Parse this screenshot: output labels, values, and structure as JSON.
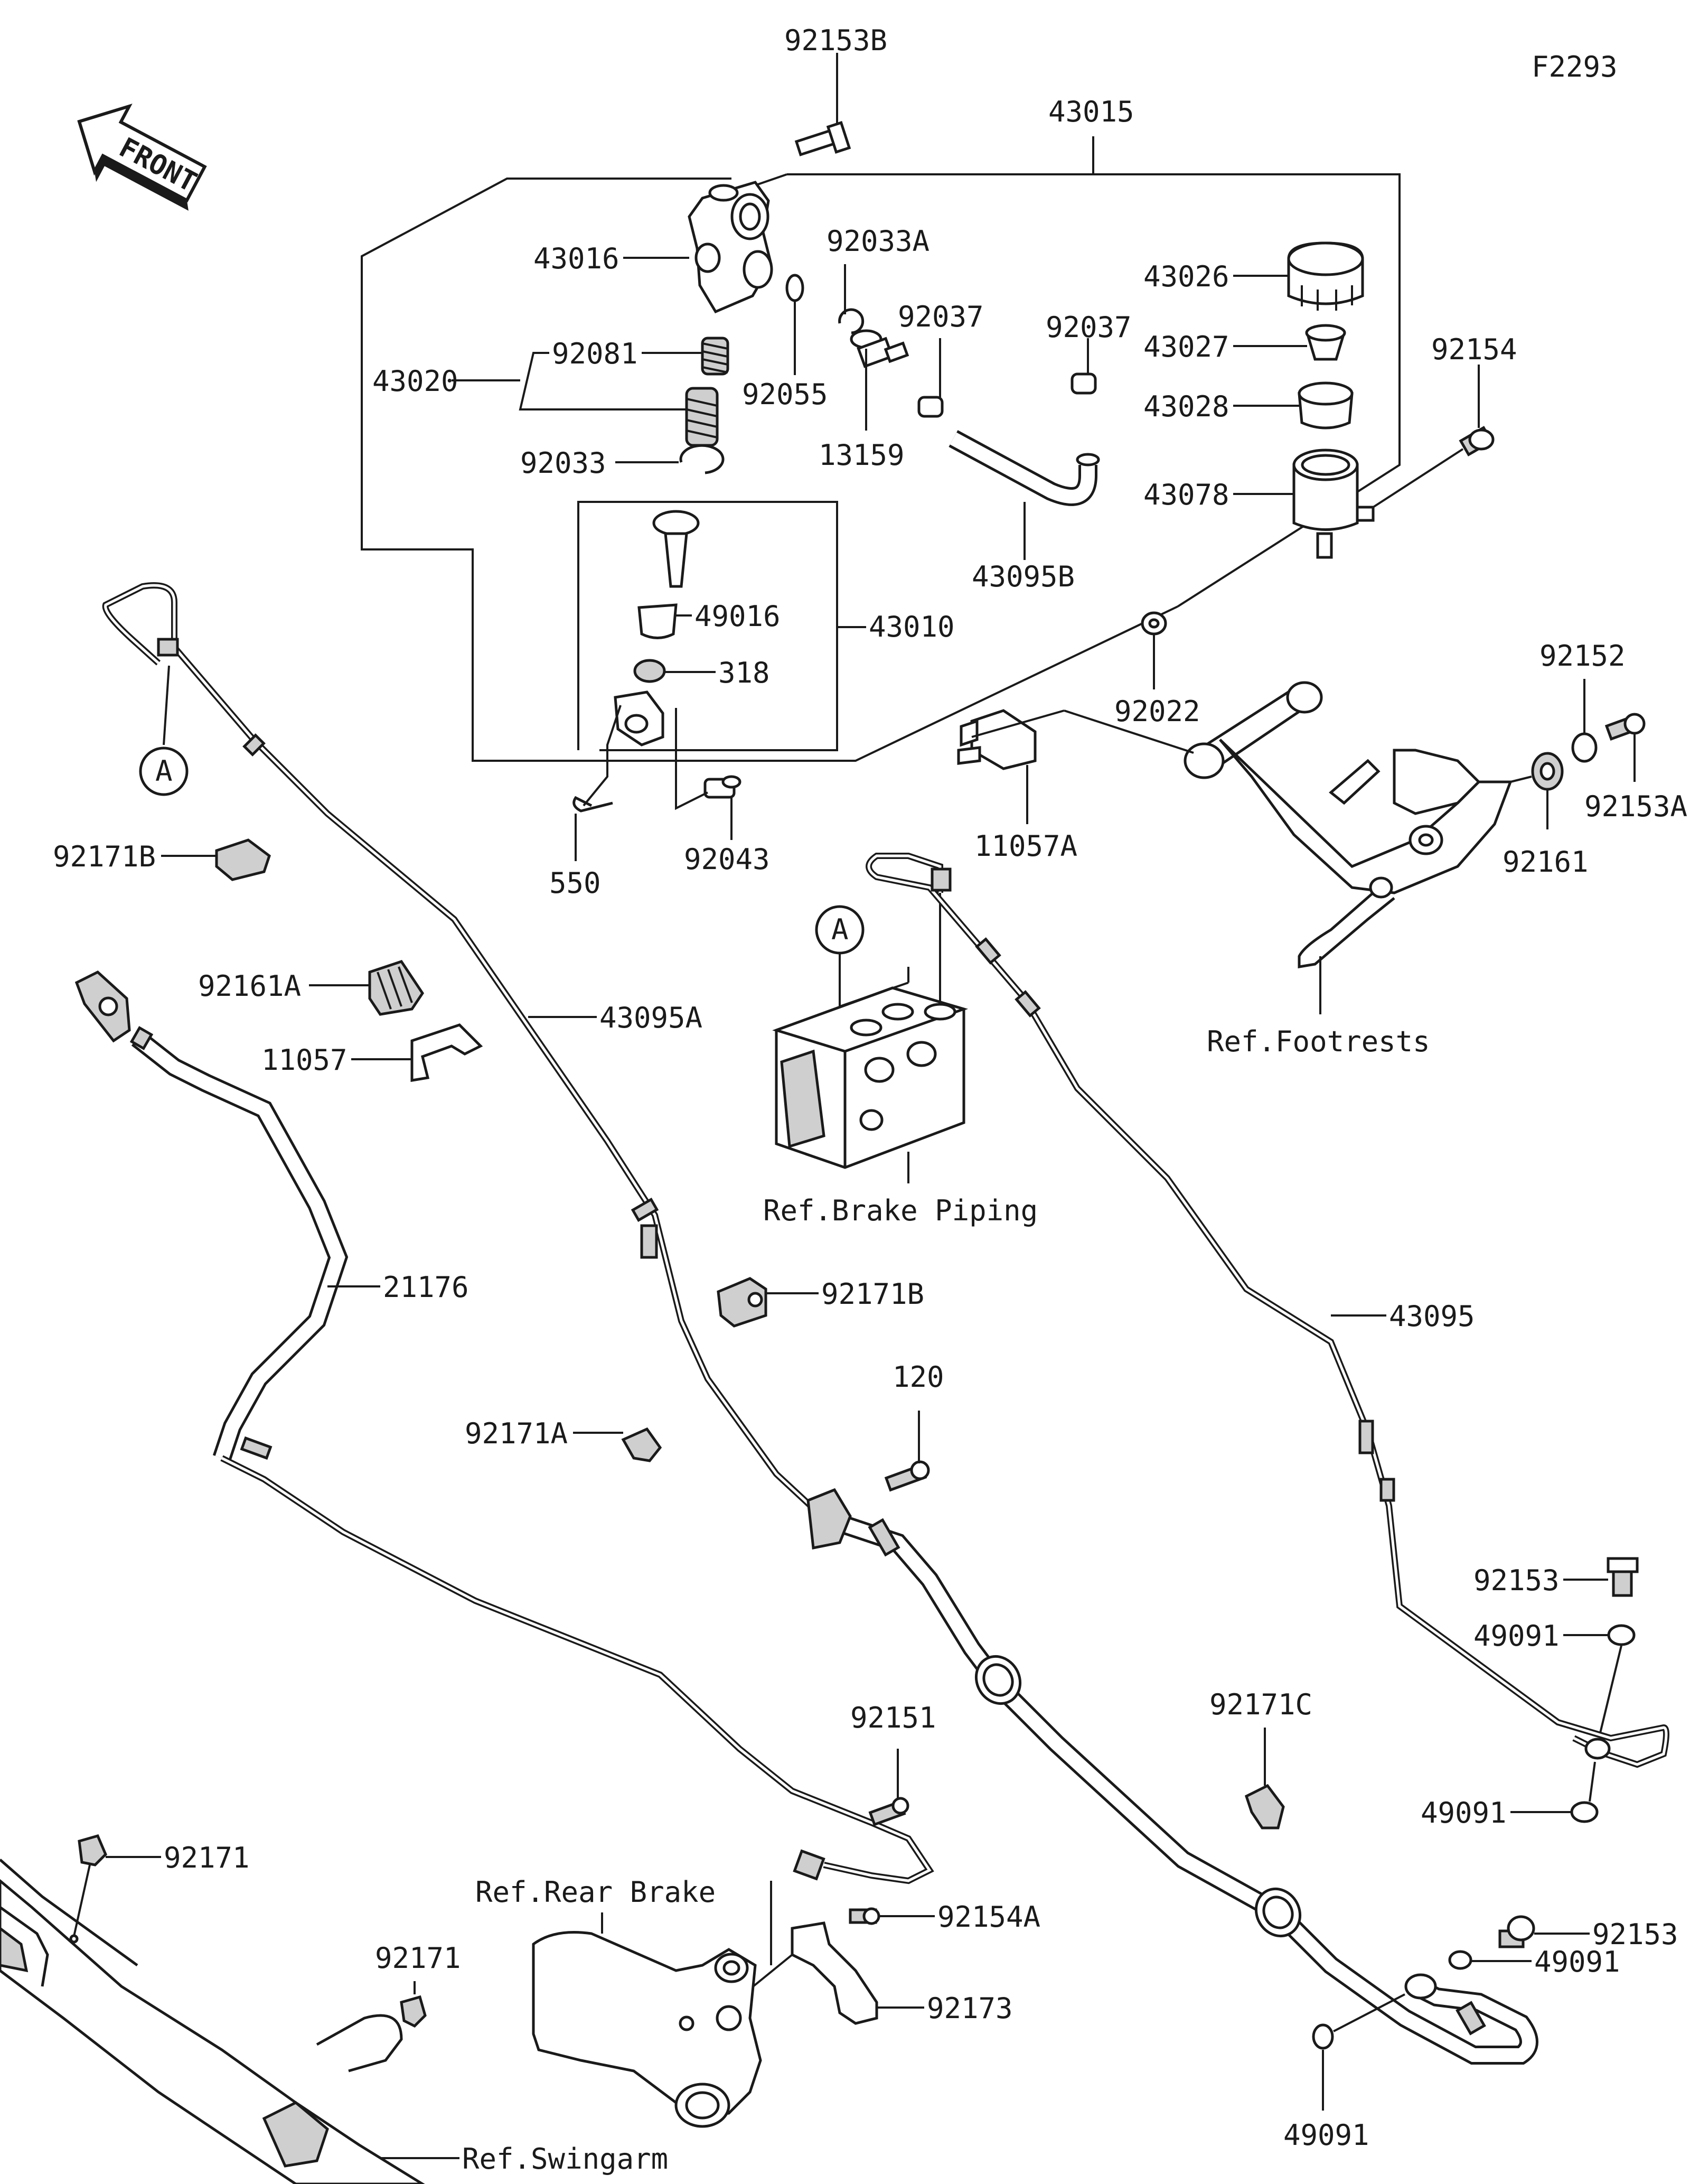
{
  "figure_code": "F2293",
  "front_label": "FRONT",
  "circle_ref": "A",
  "parts": {
    "p92153B": "92153B",
    "p43015": "43015",
    "p43016": "43016",
    "p92033A": "92033A",
    "p43026": "43026",
    "p92037a": "92037",
    "p92037b": "92037",
    "p43027": "43027",
    "p92154": "92154",
    "p43020": "43020",
    "p92081": "92081",
    "p92055": "92055",
    "p43028": "43028",
    "p92033": "92033",
    "p13159": "13159",
    "p43078": "43078",
    "p43095B": "43095B",
    "p49016": "49016",
    "p43010": "43010",
    "p318": "318",
    "p92022": "92022",
    "p92152": "92152",
    "p92153A": "92153A",
    "p550": "550",
    "p92043": "92043",
    "p11057A": "11057A",
    "p92161": "92161",
    "p92171B_a": "92171B",
    "p92161A": "92161A",
    "p11057": "11057",
    "p43095A": "43095A",
    "p21176": "21176",
    "p92171B_b": "92171B",
    "p43095": "43095",
    "p120": "120",
    "p92171A": "92171A",
    "p92153_a": "92153",
    "p49091_a": "49091",
    "p92151": "92151",
    "p92171C": "92171C",
    "p49091_b": "49091",
    "p92171_a": "92171",
    "p92153_b": "92153",
    "p92154A": "92154A",
    "p49091_c": "49091",
    "p92171_b": "92171",
    "p92173": "92173",
    "p49091_d": "49091"
  },
  "refs": {
    "footrests": "Ref.Footrests",
    "brake_piping": "Ref.Brake Piping",
    "rear_brake": "Ref.Rear Brake",
    "swingarm": "Ref.Swingarm"
  }
}
